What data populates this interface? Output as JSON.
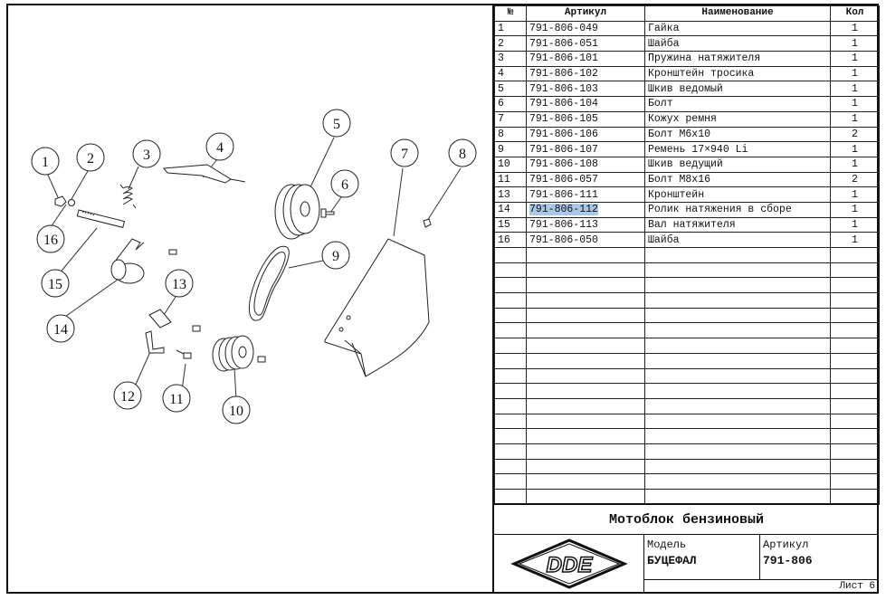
{
  "table": {
    "headers": [
      "№",
      "Артикул",
      "Наименование",
      "Кол"
    ],
    "rows": [
      [
        "1",
        "791-806-049",
        "Гайка",
        "1"
      ],
      [
        "2",
        "791-806-051",
        "Шайба",
        "1"
      ],
      [
        "3",
        "791-806-101",
        "Пружина натяжителя",
        "1"
      ],
      [
        "4",
        "791-806-102",
        "Кронштейн тросика",
        "1"
      ],
      [
        "5",
        "791-806-103",
        "Шкив ведомый",
        "1"
      ],
      [
        "6",
        "791-806-104",
        "Болт",
        "1"
      ],
      [
        "7",
        "791-806-105",
        "Кожух ремня",
        "1"
      ],
      [
        "8",
        "791-806-106",
        "Болт M6x10",
        "2"
      ],
      [
        "9",
        "791-806-107",
        "Ремень 17×940 Li",
        "1"
      ],
      [
        "10",
        "791-806-108",
        "Шкив ведущий",
        "1"
      ],
      [
        "11",
        "791-806-057",
        "Болт M8x16",
        "2"
      ],
      [
        "13",
        "791-806-111",
        "Кронштейн",
        "1"
      ],
      [
        "14",
        "791-806-112",
        "Ролик натяжения в сборе",
        "1"
      ],
      [
        "15",
        "791-806-113",
        "Вал натяжителя",
        "1"
      ],
      [
        "16",
        "791-806-050",
        "Шайба",
        "1"
      ]
    ],
    "empty_rows": 17,
    "highlighted_row": 12
  },
  "title_block": {
    "product_name": "Мотоблок бензиновый",
    "logo_text": "DDE",
    "model_label": "Модель",
    "model_value": "БУЦЕФАЛ",
    "article_label": "Артикул",
    "article_value": "791-806",
    "sheet_label": "Лист 6"
  },
  "callouts": [
    "1",
    "2",
    "3",
    "4",
    "5",
    "6",
    "7",
    "8",
    "9",
    "10",
    "11",
    "12",
    "13",
    "14",
    "15",
    "16"
  ],
  "colors": {
    "highlight": "#a9c8ea",
    "line": "#111111"
  }
}
